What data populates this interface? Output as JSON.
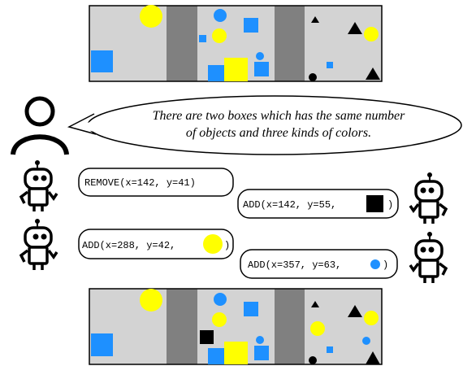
{
  "top_scene": {
    "panels": [
      "light",
      "dark",
      "light",
      "dark",
      "light"
    ],
    "objects": [
      {
        "shape": "circle",
        "color": "#ffff00",
        "panel": 1
      },
      {
        "shape": "square",
        "color": "#1e90ff",
        "panel": 1
      },
      {
        "shape": "circle",
        "color": "#1e90ff",
        "panel": 3
      },
      {
        "shape": "circle",
        "color": "#ffff00",
        "panel": 3
      },
      {
        "shape": "square",
        "color": "#1e90ff",
        "panel": 3
      },
      {
        "shape": "square",
        "color": "#ffff00",
        "panel": 3
      },
      {
        "shape": "triangle",
        "color": "#000000",
        "panel": 5
      },
      {
        "shape": "circle",
        "color": "#ffff00",
        "panel": 5
      }
    ]
  },
  "bottom_scene": {
    "panels": [
      "light",
      "dark",
      "light",
      "dark",
      "light"
    ],
    "added_objects": [
      {
        "shape": "square",
        "color": "#000000",
        "panel": 3
      },
      {
        "shape": "circle",
        "color": "#ffff00",
        "panel": 5
      },
      {
        "shape": "circle",
        "color": "#1e90ff",
        "panel": 5
      }
    ]
  },
  "speech": {
    "line1": "There are two boxes which has the same number",
    "line2": "of objects and three kinds of colors."
  },
  "actions": [
    {
      "text": "REMOVE(x=142, y=41)",
      "swatch": ""
    },
    {
      "text": "ADD(x=142, y=55,",
      "swatch": "square",
      "swatch_color": "#000000",
      "close": ")"
    },
    {
      "text": "ADD(x=288, y=42,",
      "swatch": "circle",
      "swatch_color": "#ffff00",
      "close": ")"
    },
    {
      "text": "ADD(x=357, y=63,",
      "swatch": "circle",
      "swatch_color": "#1e90ff",
      "close": ")"
    }
  ],
  "colors": {
    "blue": "#1e90ff",
    "yellow": "#ffff00",
    "black": "#000000",
    "light_panel": "#d3d3d3",
    "dark_panel": "#808080"
  }
}
